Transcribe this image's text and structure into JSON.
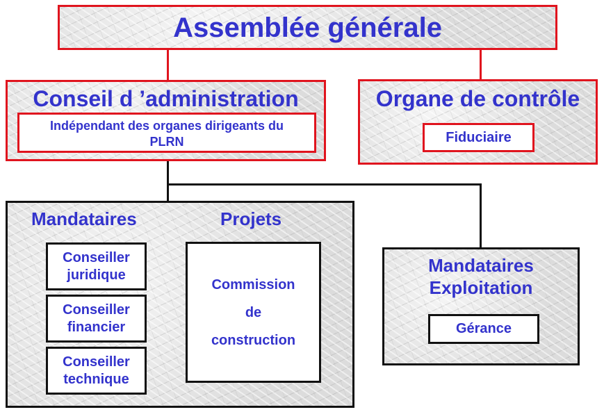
{
  "assembly": {
    "title": "Assemblée générale"
  },
  "board": {
    "title": "Conseil d ’administration",
    "note_line1": "Indépendant des organes dirigeants du",
    "note_line2": "PLRN"
  },
  "control": {
    "title": "Organe de contrôle",
    "item": "Fiduciaire"
  },
  "mandataires": {
    "heading": "Mandataires",
    "items": [
      {
        "line1": "Conseiller",
        "line2": "juridique"
      },
      {
        "line1": "Conseiller",
        "line2": "financier"
      },
      {
        "line1": "Conseiller",
        "line2": "technique"
      }
    ]
  },
  "projets": {
    "heading": "Projets",
    "line1": "Commission",
    "line2": "de",
    "line3": "construction"
  },
  "exploitation": {
    "title_line1": "Mandataires",
    "title_line2": "Exploitation",
    "item": "Gérance"
  },
  "colors": {
    "text": "#3333cc",
    "red_border": "#e0141e",
    "black_border": "#111111"
  }
}
